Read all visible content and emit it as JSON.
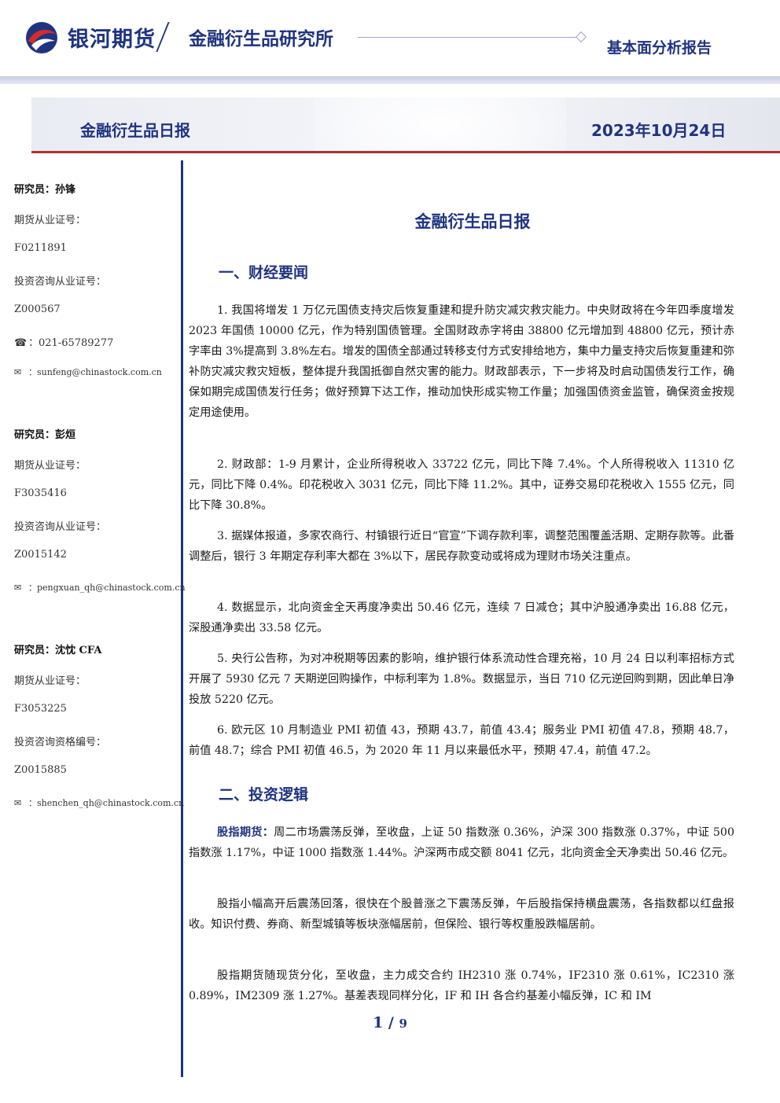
{
  "header": {
    "brand": "银河期货",
    "institute": "金融衍生品研究所",
    "report_type": "基本面分析报告"
  },
  "title_band": {
    "label": "金融衍生品日报",
    "date": "2023年10月24日"
  },
  "sidebar": {
    "lines": [
      {
        "text": "研究员：孙锋",
        "bold": true
      },
      {
        "text": "期货从业证号："
      },
      {
        "text": "F0211891"
      },
      {
        "text": "投资咨询从业证号："
      },
      {
        "text": "Z000567"
      },
      {
        "text": "：021-65789277",
        "icon": "☎"
      },
      {
        "text": "：sunfeng@chinastock.com.cn",
        "icon": "✉",
        "small": true
      },
      {
        "text": "研究员：彭烜",
        "bold": true
      },
      {
        "text": "期货从业证号："
      },
      {
        "text": "F3035416"
      },
      {
        "text": "投资咨询从业证号："
      },
      {
        "text": "Z0015142"
      },
      {
        "text": "：pengxuan_qh@chinastock.com.cn",
        "icon": "✉",
        "small": true
      },
      {
        "text": "研究员：沈忱  CFA",
        "bold": true
      },
      {
        "text": "期货从业证号："
      },
      {
        "text": "F3053225"
      },
      {
        "text": "投资咨询资格编号："
      },
      {
        "text": "Z0015885"
      },
      {
        "text": "：shenchen_qh@chinastock.com.cn",
        "icon": "✉",
        "small": true
      }
    ]
  },
  "main": {
    "title": "金融衍生品日报",
    "section1": "一、财经要闻",
    "section2": "二、投资逻辑",
    "news": [
      "1. 我国将增发 1 万亿元国债支持灾后恢复重建和提升防灾减灾救灾能力。中央财政将在今年四季度增发 2023 年国债 10000 亿元，作为特别国债管理。全国财政赤字将由 38800 亿元增加到 48800 亿元，预计赤字率由 3%提高到 3.8%左右。增发的国债全部通过转移支付方式安排给地方，集中力量支持灾后恢复重建和弥补防灾减灾救灾短板，整体提升我国抵御自然灾害的能力。财政部表示，下一步将及时启动国债发行工作，确保如期完成国债发行任务；做好预算下达工作，推动加快形成实物工作量；加强国债资金监管，确保资金按规定用途使用。",
      "2. 财政部：1-9 月累计，企业所得税收入 33722 亿元，同比下降 7.4%。个人所得税收入 11310 亿元，同比下降 0.4%。印花税收入 3031 亿元，同比下降 11.2%。其中，证券交易印花税收入 1555 亿元，同比下降 30.8%。",
      "3. 据媒体报道，多家农商行、村镇银行近日“官宣”下调存款利率，调整范围覆盖活期、定期存款等。此番调整后，银行 3 年期定存利率大都在 3%以下，居民存款变动或将成为理财市场关注重点。",
      "4. 数据显示，北向资金全天再度净卖出 50.46 亿元，连续 7 日减仓；其中沪股通净卖出 16.88 亿元，深股通净卖出 33.58 亿元。",
      "5. 央行公告称，为对冲税期等因素的影响，维护银行体系流动性合理充裕，10 月 24 日以利率招标方式开展了 5930 亿元 7 天期逆回购操作，中标利率为 1.8%。数据显示，当日 710 亿元逆回购到期，因此单日净投放 5220 亿元。",
      "6. 欧元区 10 月制造业 PMI 初值 43，预期 43.7，前值 43.4；服务业 PMI 初值 47.8，预期 48.7，前值 48.7；综合 PMI 初值 46.5，为 2020 年 11 月以来最低水平，预期 47.4，前值 47.2。"
    ],
    "logic_kw": "股指期货：",
    "logic_p1": "周二市场震荡反弹，至收盘，上证 50 指数涨 0.36%，沪深 300 指数涨 0.37%，中证 500 指数涨 1.17%，中证 1000 指数涨 1.44%。沪深两市成交额 8041 亿元，北向资金全天净卖出 50.46 亿元。",
    "logic_p2": "股指小幅高开后震荡回落，很快在个股普涨之下震荡反弹，午后股指保持横盘震荡，各指数都以红盘报收。知识付费、券商、新型城镇等板块涨幅居前，但保险、银行等权重股跌幅居前。",
    "logic_p3": "股指期货随现货分化，至收盘，主力成交合约 IH2310 涨 0.74%，IF2310 涨 0.61%，IC2310 涨 0.89%，IM2309 涨 1.27%。基差表现同样分化，IF 和 IH 各合约基差小幅反弹，IC 和 IM"
  },
  "footer": {
    "page": "1",
    "sep": " / ",
    "total": "9"
  }
}
